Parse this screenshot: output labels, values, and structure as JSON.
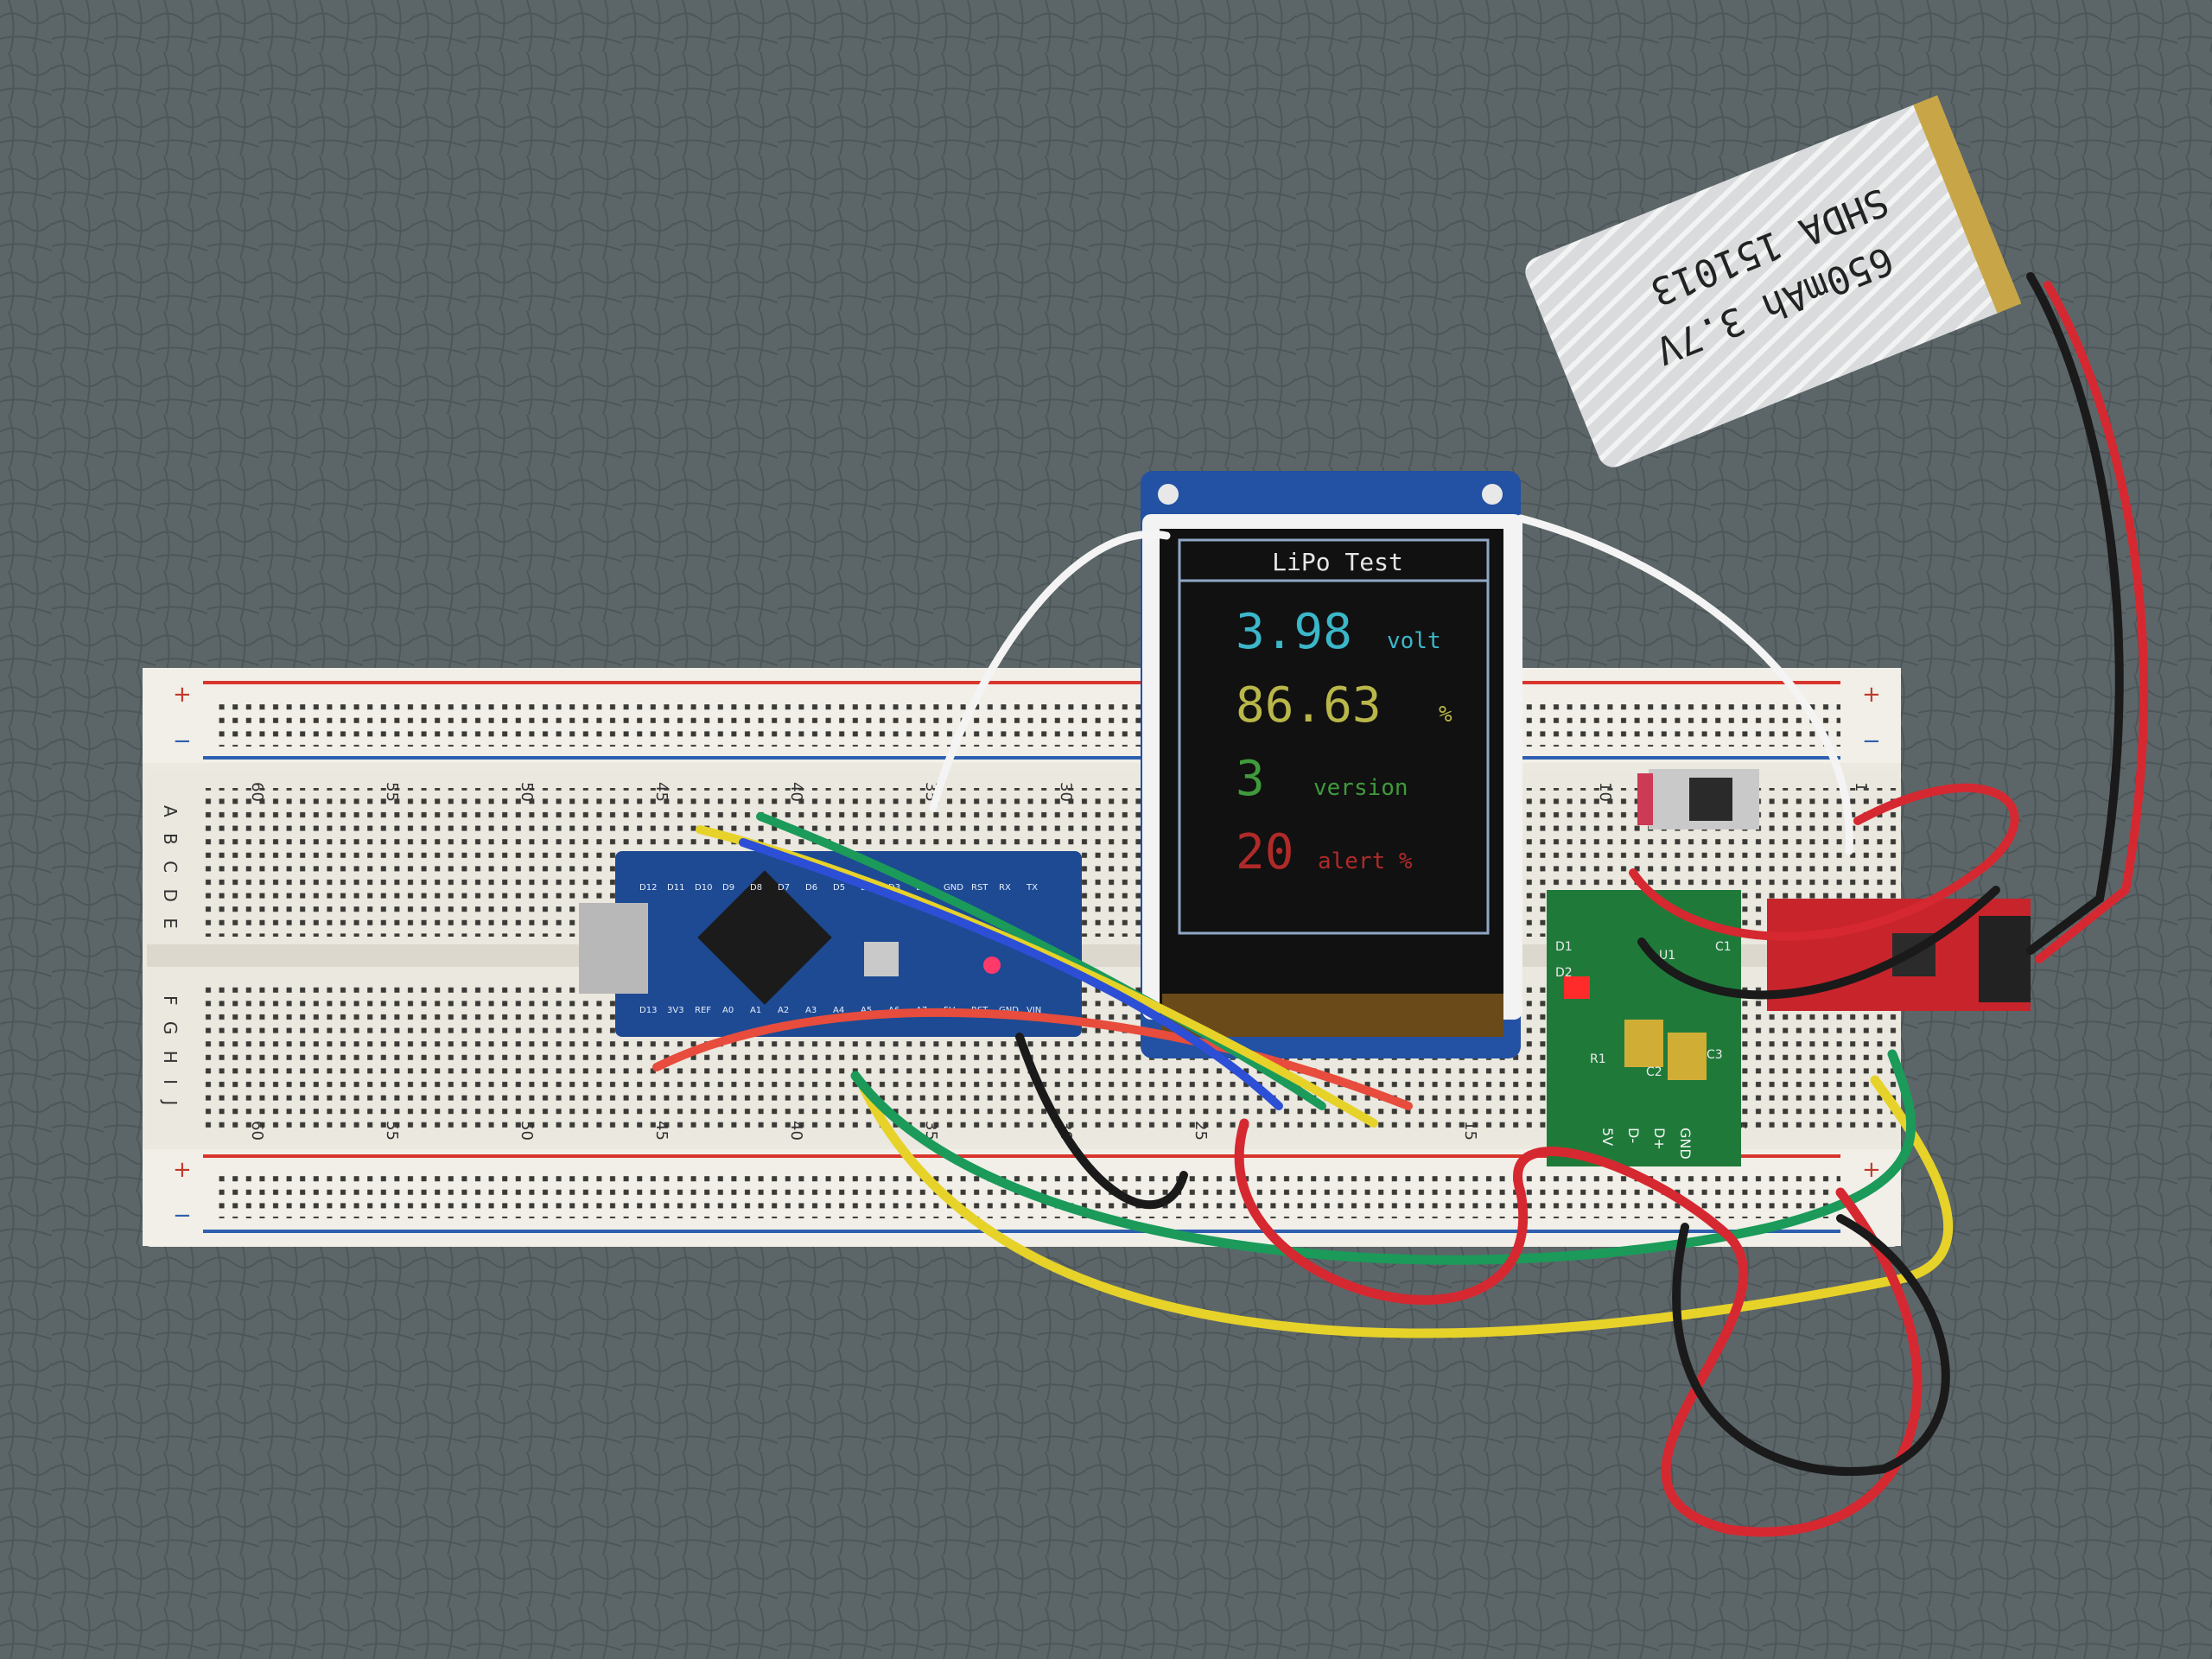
{
  "battery": {
    "capacity_label": "650mAh 3.7V",
    "code_label": "SHDA 151013"
  },
  "display": {
    "title": "LiPo Test",
    "voltage_value": "3.98",
    "voltage_unit": "volt",
    "percent_value": "86.63",
    "percent_unit": "%",
    "version_value": "3",
    "version_label": "version",
    "alert_value": "20",
    "alert_label": "alert %",
    "colors": {
      "voltage": "#3bb7c9",
      "percent": "#b9b64a",
      "version": "#3f9a3c",
      "alert": "#b02a2a",
      "frame": "#8fa7c6"
    }
  },
  "breadboard": {
    "row_letters_top": "A B C D E",
    "row_letters_bottom": "F G H I J",
    "top_numbers": [
      "60",
      "55",
      "50",
      "45",
      "40",
      "35",
      "30",
      "10",
      "1"
    ],
    "bottom_numbers": [
      "60",
      "55",
      "50",
      "45",
      "40",
      "35",
      "30",
      "25",
      "15",
      "5"
    ],
    "rail_plus": "+",
    "rail_minus": "−"
  },
  "charger_board": {
    "labels": [
      "5V",
      "D-",
      "D+",
      "GND"
    ],
    "components": [
      "D1",
      "D2",
      "C1",
      "C2",
      "C3",
      "R1",
      "U1"
    ]
  },
  "arduino": {
    "pin_labels_top": [
      "D12",
      "D11",
      "D10",
      "D9",
      "D8",
      "D7",
      "D6",
      "D5",
      "D4",
      "D3",
      "D2",
      "GND",
      "RST",
      "RX",
      "TX"
    ],
    "pin_labels_bottom": [
      "D13",
      "3V3",
      "REF",
      "A0",
      "A1",
      "A2",
      "A3",
      "A4",
      "A5",
      "A6",
      "A7",
      "5V",
      "RST",
      "GND",
      "VIN"
    ]
  }
}
